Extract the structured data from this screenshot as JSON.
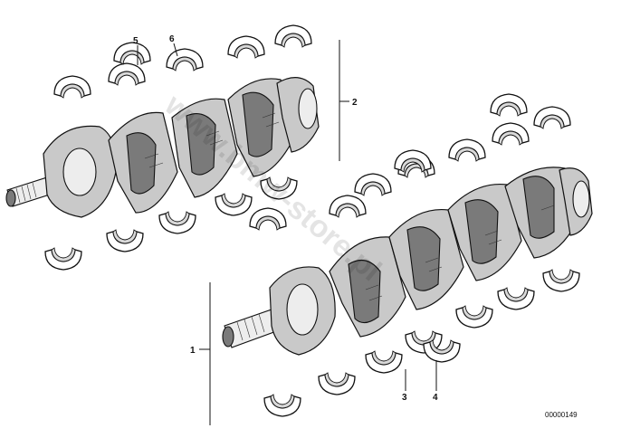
{
  "diagram": {
    "callouts": {
      "c1": "1",
      "c2": "2",
      "c3": "3",
      "c4": "4",
      "c5": "5",
      "c6": "6"
    },
    "part_number": "00000149",
    "watermark": "www.bmw-store.pl"
  }
}
